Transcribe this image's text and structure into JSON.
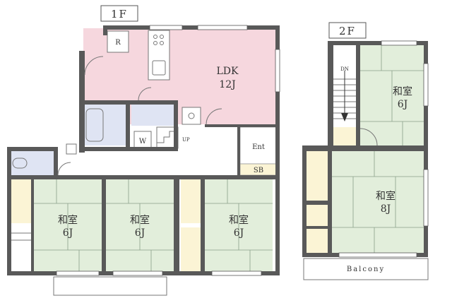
{
  "floors": {
    "first": {
      "label": "1F"
    },
    "second": {
      "label": "2F"
    }
  },
  "rooms": {
    "ldk": {
      "name": "LDK",
      "size": "12J"
    },
    "washitsu_left": {
      "name": "和室",
      "size": "6J"
    },
    "washitsu_mid": {
      "name": "和室",
      "size": "6J"
    },
    "washitsu_right": {
      "name": "和室",
      "size": "6J"
    },
    "washitsu_2f_top": {
      "name": "和室",
      "size": "6J"
    },
    "washitsu_2f_bottom": {
      "name": "和室",
      "size": "8J"
    },
    "refrigerator": {
      "label": "R"
    },
    "washer": {
      "label": "W"
    },
    "entrance": {
      "label": "Ent"
    },
    "shoebox": {
      "label": "SB"
    },
    "balcony": {
      "label": "Balcony"
    }
  },
  "stairs": {
    "up_label": "UP",
    "down_label": "DN"
  },
  "colors": {
    "ldk": "#f6d7de",
    "tatami": "#e2eedb",
    "water": "#dfe4f3",
    "closet": "#fbf4d5",
    "wall": "#595959"
  }
}
